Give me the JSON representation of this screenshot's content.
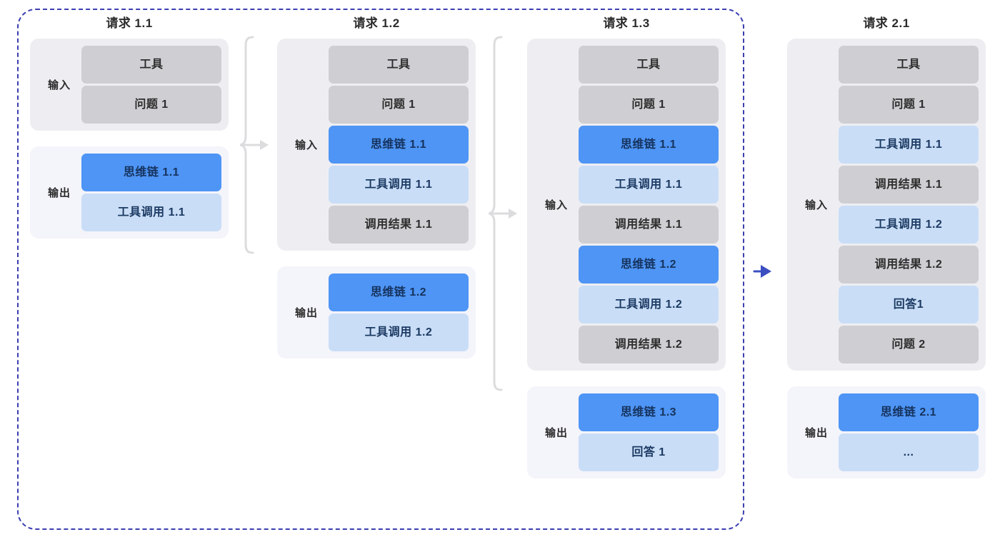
{
  "diagram": {
    "title_visible": false,
    "colors": {
      "gray_block": "#cfcfd3",
      "blue_strong": "#4e95f5",
      "blue_light": "#c9ddf6",
      "input_container": "#eeeef2",
      "output_container": "#f4f4fb",
      "session_border": "#3b3fb0",
      "brace": "#dcdcde",
      "arrow": "#3b4fc0"
    },
    "labels": {
      "input": "输入",
      "output": "输出"
    },
    "columns": [
      {
        "id": "request-1-1",
        "title": "请求 1.1",
        "in_session": true,
        "groups": [
          {
            "kind": "input",
            "label": "输入",
            "items": [
              {
                "text": "工具",
                "style": "gray"
              },
              {
                "text": "问题 1",
                "style": "gray"
              }
            ]
          },
          {
            "kind": "output",
            "label": "输出",
            "items": [
              {
                "text": "思维链 1.1",
                "style": "blue-strong"
              },
              {
                "text": "工具调用 1.1",
                "style": "blue-light"
              }
            ]
          }
        ]
      },
      {
        "id": "request-1-2",
        "title": "请求 1.2",
        "in_session": true,
        "groups": [
          {
            "kind": "input",
            "label": "输入",
            "items": [
              {
                "text": "工具",
                "style": "gray"
              },
              {
                "text": "问题 1",
                "style": "gray"
              },
              {
                "text": "思维链 1.1",
                "style": "blue-strong"
              },
              {
                "text": "工具调用 1.1",
                "style": "blue-light"
              },
              {
                "text": "调用结果 1.1",
                "style": "gray"
              }
            ]
          },
          {
            "kind": "output",
            "label": "输出",
            "items": [
              {
                "text": "思维链 1.2",
                "style": "blue-strong"
              },
              {
                "text": "工具调用 1.2",
                "style": "blue-light"
              }
            ]
          }
        ]
      },
      {
        "id": "request-1-3",
        "title": "请求 1.3",
        "in_session": true,
        "groups": [
          {
            "kind": "input",
            "label": "输入",
            "items": [
              {
                "text": "工具",
                "style": "gray"
              },
              {
                "text": "问题 1",
                "style": "gray"
              },
              {
                "text": "思维链 1.1",
                "style": "blue-strong"
              },
              {
                "text": "工具调用 1.1",
                "style": "blue-light"
              },
              {
                "text": "调用结果 1.1",
                "style": "gray"
              },
              {
                "text": "思维链 1.2",
                "style": "blue-strong"
              },
              {
                "text": "工具调用 1.2",
                "style": "blue-light"
              },
              {
                "text": "调用结果 1.2",
                "style": "gray"
              }
            ]
          },
          {
            "kind": "output",
            "label": "输出",
            "items": [
              {
                "text": "思维链 1.3",
                "style": "blue-strong"
              },
              {
                "text": "回答 1",
                "style": "blue-light"
              }
            ]
          }
        ]
      },
      {
        "id": "request-2-1",
        "title": "请求 2.1",
        "in_session": false,
        "groups": [
          {
            "kind": "input",
            "label": "输入",
            "items": [
              {
                "text": "工具",
                "style": "gray"
              },
              {
                "text": "问题 1",
                "style": "gray"
              },
              {
                "text": "工具调用 1.1",
                "style": "blue-light"
              },
              {
                "text": "调用结果 1.1",
                "style": "gray"
              },
              {
                "text": "工具调用 1.2",
                "style": "blue-light"
              },
              {
                "text": "调用结果 1.2",
                "style": "gray"
              },
              {
                "text": "回答1",
                "style": "blue-light"
              },
              {
                "text": "问题 2",
                "style": "gray"
              }
            ]
          },
          {
            "kind": "output",
            "label": "输出",
            "items": [
              {
                "text": "思维链 2.1",
                "style": "blue-strong"
              },
              {
                "text": "...",
                "style": "blue-light"
              }
            ]
          }
        ]
      }
    ],
    "connectors": [
      {
        "id": "brace-1-1-to-1-2",
        "kind": "brace-arrow"
      },
      {
        "id": "brace-1-2-to-1-3",
        "kind": "brace-arrow"
      },
      {
        "id": "arrow-session-1-to-2",
        "kind": "arrow"
      }
    ]
  }
}
